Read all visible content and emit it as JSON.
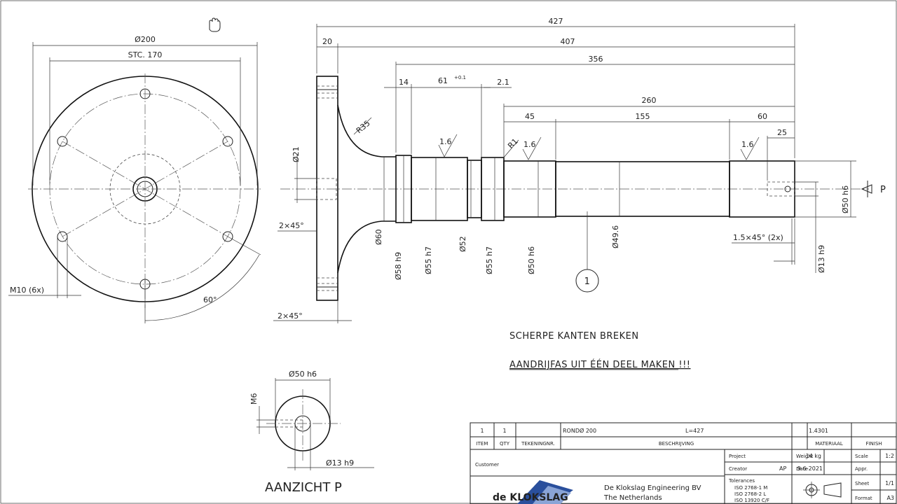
{
  "front_view": {
    "dia_outer": "Ø200",
    "pcd": "STC. 170",
    "thread": "M10 (6x)",
    "angle": "60°"
  },
  "side_view": {
    "overall": "427",
    "d20": "20",
    "d407": "407",
    "d356": "356",
    "d14": "14",
    "d61": "61",
    "d61_tol": "+0.1",
    "d2_1": "2.1",
    "d260": "260",
    "d45": "45",
    "d155": "155",
    "d60": "60",
    "d25": "25",
    "radius35": "R35",
    "radius1": "R1",
    "rough1": "1.6",
    "rough2": "1.6",
    "rough3": "1.6",
    "chamfer1": "2×45°",
    "chamfer2": "2×45°",
    "chamfer3": "1.5×45° (2x)",
    "dia_flange_hole": "Ø21",
    "dia60": "Ø60",
    "dia58": "Ø58 h9",
    "dia55a": "Ø55 h7",
    "dia52": "Ø52",
    "dia55b": "Ø55 h7",
    "dia50a": "Ø50 h6",
    "dia49": "Ø49.6",
    "dia13": "Ø13 h9",
    "dia50b": "Ø50 h6",
    "view_marker": "P",
    "item_balloon": "1"
  },
  "notes": {
    "note1": "SCHERPE KANTEN BREKEN",
    "note2": "AANDRIJFAS UIT ÉÉN DEEL MAKEN !!!"
  },
  "detail_view": {
    "dia50": "Ø50 h6",
    "m6": "M6",
    "dia13": "Ø13 h9",
    "title": "AANZICHT P"
  },
  "title_block": {
    "row": {
      "item": "1",
      "qty": "1",
      "part": "",
      "desc_left": "RONDØ 200",
      "desc_right": "L=427",
      "mat": "1.4301",
      "finish": ""
    },
    "headers": {
      "item": "ITEM",
      "qty": "QTY",
      "part": "TEKENINGNR.",
      "desc": "BESCHRIJVING",
      "mat": "MATERIAAL",
      "finish": "FINISH"
    },
    "customer_label": "Customer",
    "project_label": "Project",
    "creator_label": "Creator",
    "creator_value": "AP",
    "tolerances_label": "Tolerances",
    "tol1": "ISO 2768-1 M",
    "tol2": "ISO 2768-2 L",
    "tol3": "ISO 13920 C/F",
    "weight_label": "Weight",
    "weight_value": "14 kg",
    "scale_label": "Scale",
    "scale_value": "1:2",
    "date_label": "Date",
    "date_value": "9-6-2021",
    "appr_label": "Appr.",
    "sheet_label": "Sheet",
    "sheet_value": "1/1",
    "format_label": "Format",
    "format_value": "A3",
    "company_line1": "De Klokslag Engineering BV",
    "company_line2": "The Netherlands",
    "logo_text": "de KLOKSLAG"
  },
  "colors": {
    "line": "#222222",
    "logo_blue": "#2a4f9c",
    "background": "#ffffff"
  },
  "icons": {
    "cursor": "hand-cursor-icon",
    "projection": "projection-symbol-icon"
  }
}
